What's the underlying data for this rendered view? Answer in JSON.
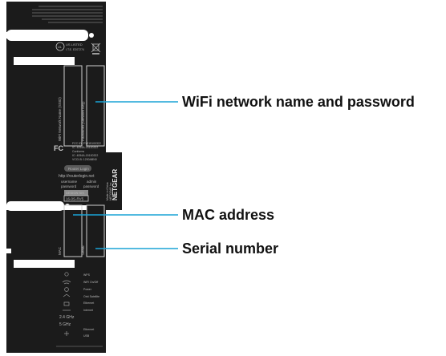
{
  "label": {
    "top_fine_print": "",
    "ul_mark": "UL",
    "ul_listed": "US LISTED",
    "ul_sub": "I.T.E. E207274",
    "wifi_name_field": "WiFi Network Name (SSID)",
    "wifi_password_field": "Password (Network Key)",
    "fcc_mark": "FC",
    "regulatory_lines": [
      "FCC ID: PY315100322",
      "IC: 4054A-15100322",
      "Conforms",
      "IC: 4054A-15100322",
      "VCCI-B: 1200ABN0"
    ],
    "router_login_title": "Router Login",
    "router_login_url": "http://routerlogin.net",
    "username_label": "username",
    "username_value": "admin",
    "password_label": "password",
    "password_value": "password",
    "mac_label": "MAC",
    "serial_label": "Serial",
    "side_tab_brand": "NETGEAR",
    "side_tab_text": [
      "Made in China",
      "NETGEAR Inc.",
      "San Jose, CA"
    ],
    "gray_badge_line1": "DESIGN SIS",
    "gray_badge_line2": "16-0S-RV5",
    "led_legend": [
      "WPS",
      "WiFi On/Off",
      "Power",
      "Orbi Satellite",
      "Ethernet",
      "Internet",
      "2.4 GHz",
      "5 GHz",
      "Ethernet",
      "USB"
    ],
    "bottom_fine_print": ""
  },
  "callouts": [
    {
      "id": "wifi",
      "text": "WiFi network name and password"
    },
    {
      "id": "mac",
      "text": "MAC address"
    },
    {
      "id": "serial",
      "text": "Serial number"
    }
  ],
  "colors": {
    "label_bg": "#1b1b1b",
    "pointer_line": "#1aa3d6",
    "text": "#111111"
  }
}
